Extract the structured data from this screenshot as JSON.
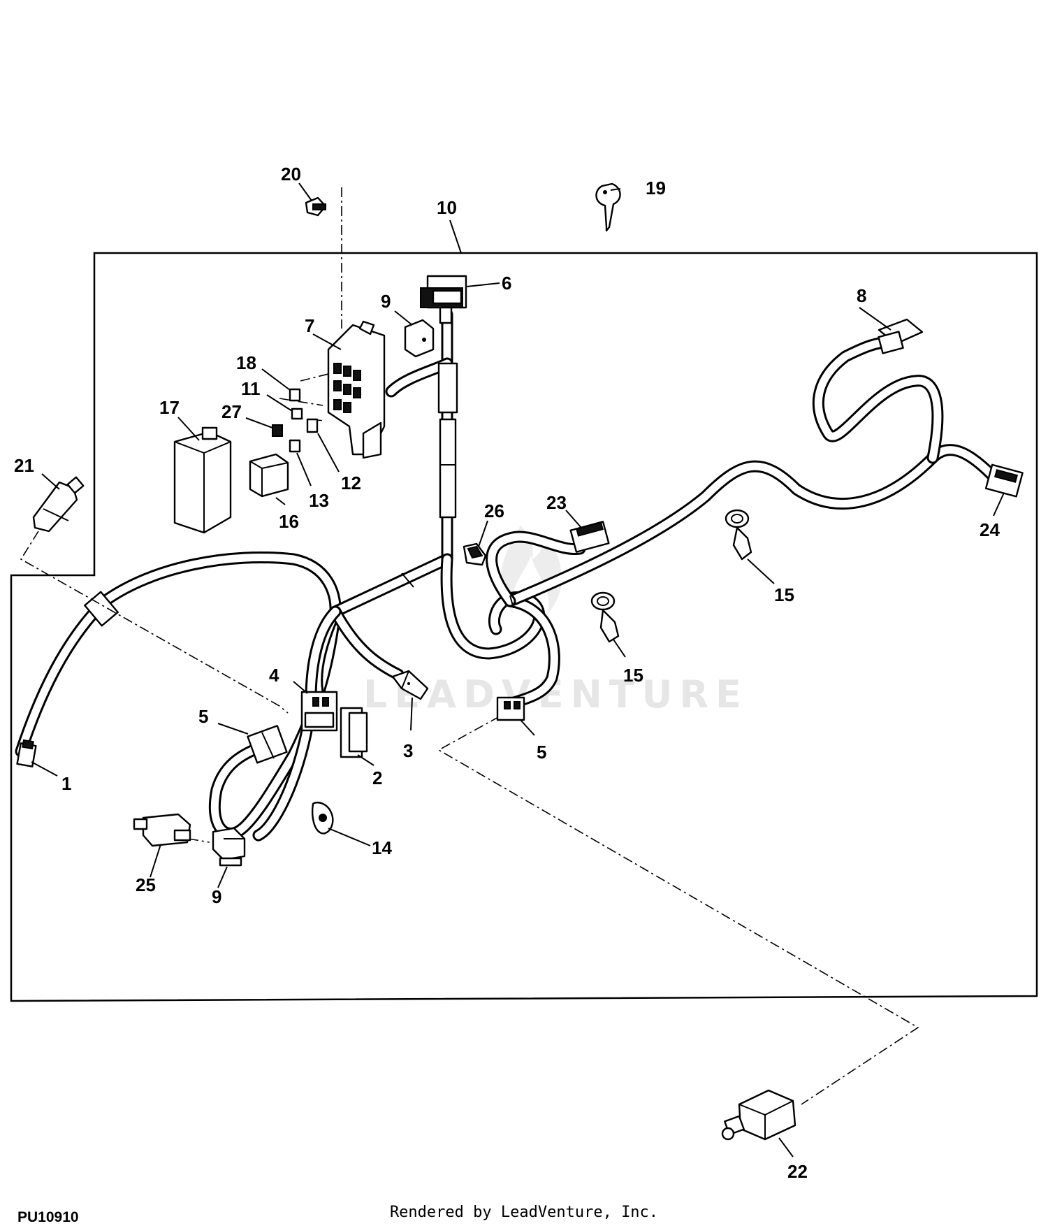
{
  "diagram": {
    "drawing_id": "PU10910",
    "watermark": "LEADVENTURE",
    "credit": "Rendered by LeadVenture, Inc.",
    "callouts": [
      "1",
      "2",
      "3",
      "4",
      "5",
      "5",
      "6",
      "7",
      "8",
      "9",
      "9",
      "10",
      "11",
      "12",
      "13",
      "14",
      "15",
      "15",
      "16",
      "17",
      "18",
      "19",
      "20",
      "21",
      "22",
      "23",
      "24",
      "25",
      "26",
      "27"
    ]
  }
}
